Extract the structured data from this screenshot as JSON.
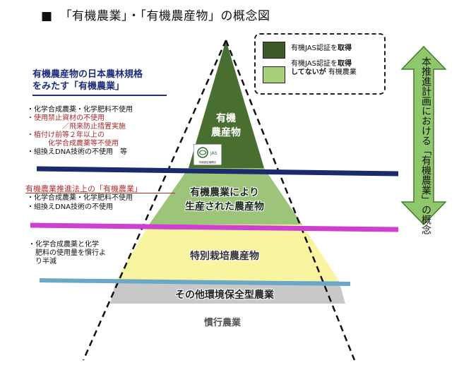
{
  "title": {
    "square": "■",
    "text": "「有機農業」・「有機農産物」の概念図"
  },
  "legend": {
    "item1_prefix": "有機JAS認証を",
    "item1_bold": "取得",
    "item2_prefix": "有機JAS認証を",
    "item2_bold": "取得",
    "item2_bold2": "してないが",
    "item2_suffix": "有機農業",
    "color_dark": "#3c5a26",
    "color_light": "#a8cf7a"
  },
  "left_panel": {
    "heading_line1": "有機農産物の日本農林規格",
    "heading_line2": "をみたす「有機農業」",
    "criteria": [
      {
        "text": "・化学合成農薬・化学肥料不使用",
        "red": false
      },
      {
        "text": "・使用禁止資材の不使用",
        "red": true
      },
      {
        "text": "　　　　　／飛来防止措置実施",
        "red": true
      },
      {
        "text": "・植付け前等２年以上の",
        "red": true
      },
      {
        "text": "　　　化学合成農薬等不使用",
        "red": true
      },
      {
        "text": "・組換えDNA技術の不使用　等",
        "red": false
      }
    ],
    "law_heading": "有機農業推進法上の「有機農業」",
    "law_items": [
      "・化学合成農薬・化学肥料不使用",
      "・組換えDNA技術の不使用"
    ],
    "reduce_items": [
      "・化学合成農薬と化学",
      "　肥料の使用量を慣行よ",
      "　り半減"
    ]
  },
  "pyramid": {
    "tier1_line1": "有機",
    "tier1_line2": "農産物",
    "jas_mark_text": "有機認証機関名",
    "tier2_line1": "有機農業により",
    "tier2_line2": "生産された農産物",
    "tier3": "特別栽培農産物",
    "tier4": "その他環境保全型農業",
    "tier5": "慣行農業",
    "colors": {
      "tier1": "#496f30",
      "tier2": "#9cc57a",
      "tier3": "#f8f4a0",
      "tier4": "#c8c8c8"
    }
  },
  "lines": {
    "navy": "#1a2a6c",
    "magenta": "#d040d0",
    "lightblue": "#6aa8c8"
  },
  "arrow": {
    "text": "本推進計画における「有機農業」の概念",
    "color": "#8ec86a",
    "border": "#4a7a30"
  }
}
